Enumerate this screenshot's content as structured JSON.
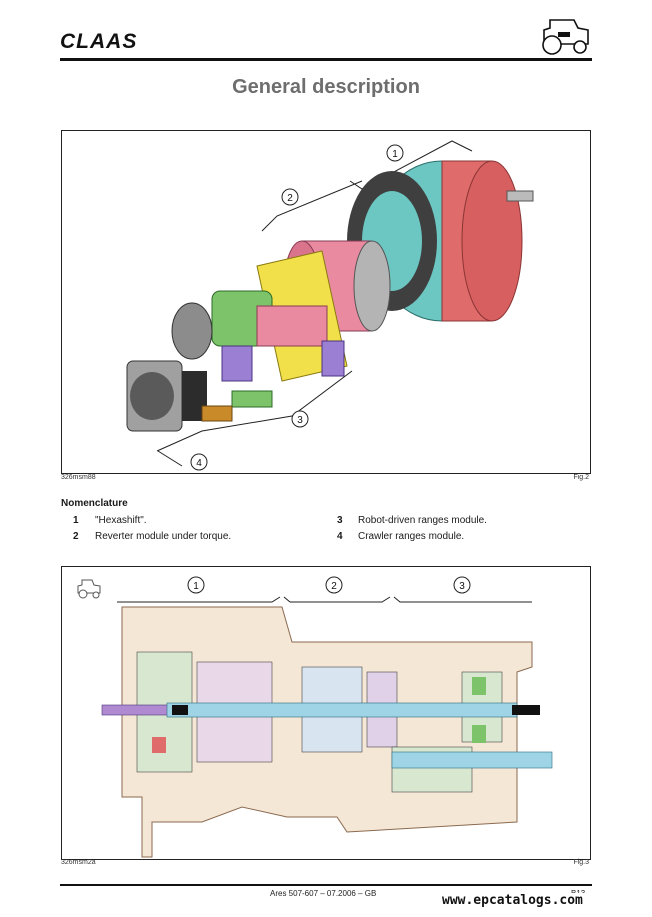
{
  "header": {
    "logo_text": "CLAAS",
    "icon": "tractor-icon"
  },
  "page": {
    "title": "General description"
  },
  "figure1": {
    "code": "326msm88",
    "ref": "Fig.2",
    "callouts": [
      "1",
      "2",
      "3",
      "4"
    ],
    "colors": {
      "hexashift": "#e06b6b",
      "hexashift_housing": "#6cc6c2",
      "reverter": "#e98aa0",
      "frame": "#f2e04a",
      "gears_green": "#7cc36a",
      "gears_purple": "#9b7fd3",
      "metal": "#8c8c8c"
    }
  },
  "nomenclature": {
    "title": "Nomenclature",
    "items": [
      {
        "num": "1",
        "text": "\"Hexashift\"."
      },
      {
        "num": "2",
        "text": "Reverter module under torque."
      },
      {
        "num": "3",
        "text": "Robot-driven ranges module."
      },
      {
        "num": "4",
        "text": "Crawler ranges module."
      }
    ]
  },
  "figure2": {
    "code": "326msm2a",
    "ref": "Fig.3",
    "callouts": [
      "1",
      "2",
      "3"
    ],
    "icon": "tractor-icon",
    "colors": {
      "shaft_purple": "#b08ad0",
      "shaft_blue": "#9fd4e6",
      "shaft_black": "#111111",
      "housing": "#f5e7d5",
      "housing_line": "#8a6a50"
    }
  },
  "footer": {
    "doc": "Ares 507-607 – 07.2006 – GB",
    "page_num": "B13",
    "website": "www.epcatalogs.com"
  }
}
